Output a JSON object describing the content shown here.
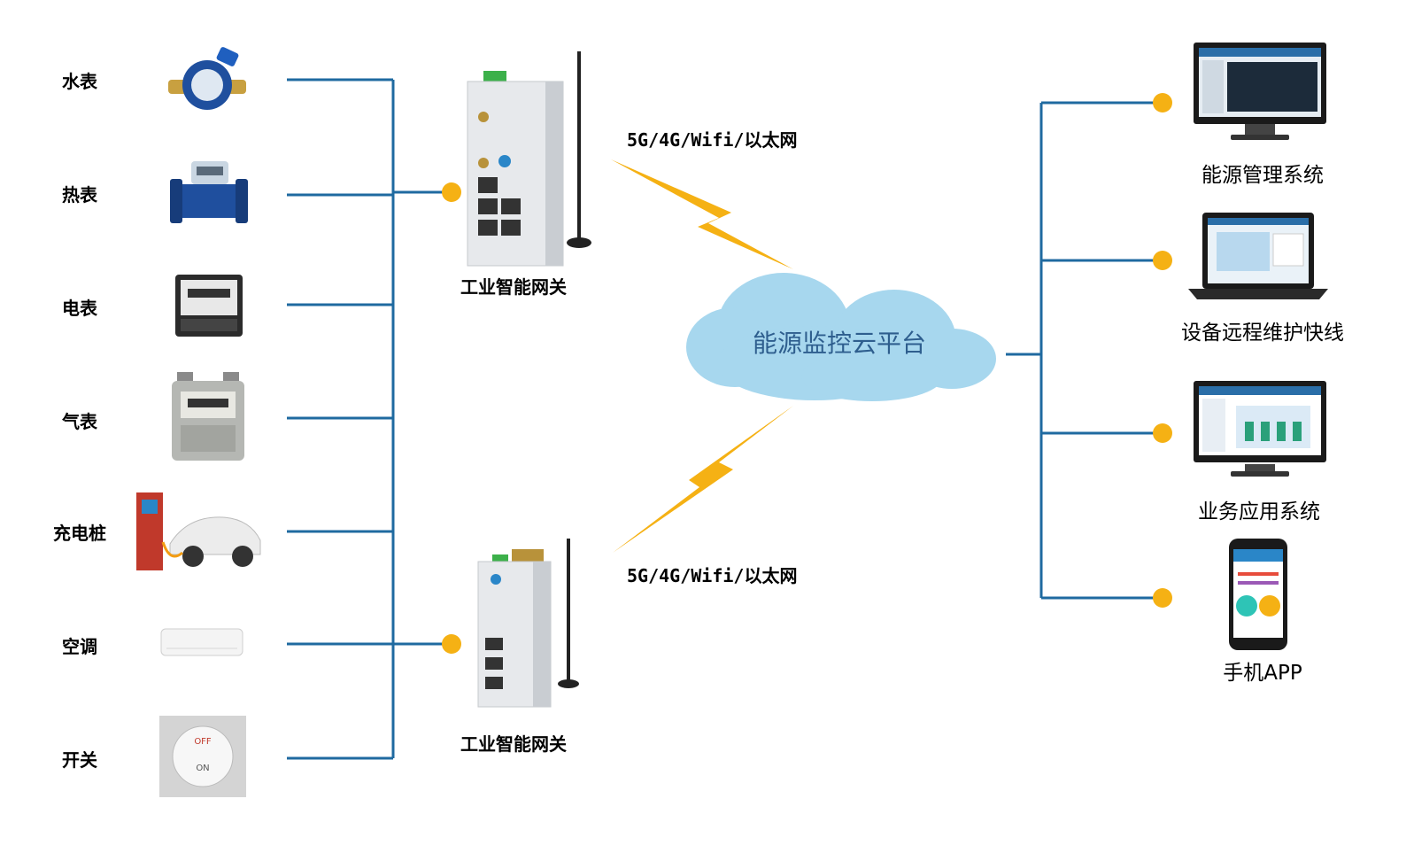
{
  "devices": [
    {
      "label": "水表",
      "icon": "water-meter-icon"
    },
    {
      "label": "热表",
      "icon": "heat-meter-icon"
    },
    {
      "label": "电表",
      "icon": "electric-meter-icon"
    },
    {
      "label": "气表",
      "icon": "gas-meter-icon"
    },
    {
      "label": "充电桩",
      "icon": "charging-pile-icon"
    },
    {
      "label": "空调",
      "icon": "air-conditioner-icon"
    },
    {
      "label": "开关",
      "icon": "switch-icon"
    }
  ],
  "gateways": [
    {
      "label": "工业智能网关",
      "network": "5G/4G/Wifi/以太网"
    },
    {
      "label": "工业智能网关",
      "network": "5G/4G/Wifi/以太网"
    }
  ],
  "cloud": {
    "label": "能源监控云平台"
  },
  "apps": [
    {
      "label": "能源管理系统",
      "icon": "monitor-icon"
    },
    {
      "label": "设备远程维护快线",
      "icon": "laptop-icon"
    },
    {
      "label": "业务应用系统",
      "icon": "monitor-icon"
    },
    {
      "label": "手机APP",
      "icon": "phone-icon"
    }
  ],
  "colors": {
    "line": "#1f6aa0",
    "node": "#f5b114",
    "lightning": "#f5b114",
    "cloud": "#a7d7ee",
    "cloud_text": "#2e5e8e"
  }
}
